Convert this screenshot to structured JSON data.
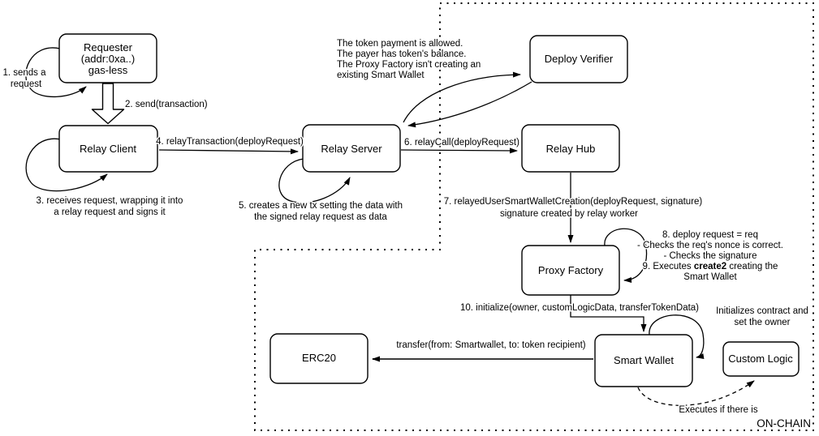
{
  "diagram": {
    "region_label": "ON-CHAIN",
    "nodes": {
      "requester": {
        "line1": "Requester",
        "line2": "(addr:0xa..)",
        "line3": "gas-less"
      },
      "relay_client": "Relay Client",
      "relay_server": "Relay Server",
      "deploy_verifier": "Deploy Verifier",
      "relay_hub": "Relay Hub",
      "proxy_factory": "Proxy Factory",
      "smart_wallet": "Smart Wallet",
      "erc20": "ERC20",
      "custom_logic": "Custom Logic"
    },
    "labels": {
      "step1_line1": "1. sends a",
      "step1_line2": "request",
      "step2": "2. send(transaction)",
      "step3_line1": "3. receives request, wrapping it into",
      "step3_line2": "a relay request and signs it",
      "step4": "4. relayTransaction(deployRequest)",
      "step5_line1": "5. creates a new tx setting the data with",
      "step5_line2": "the signed relay request as data",
      "step6": "6. relayCall(deployRequest)",
      "step7_line1": "7. relayedUserSmartWalletCreation(deployRequest, signature)",
      "step7_line2": "signature created by relay worker",
      "verifier_note_line1": "The token payment is allowed.",
      "verifier_note_line2": "The payer has token's balance.",
      "verifier_note_line3": "The Proxy Factory isn't creating an",
      "verifier_note_line4": "existing Smart Wallet",
      "step8_line1": "8. deploy request = req",
      "step8_line2": "- Checks the req's nonce is correct.",
      "step8_line3": "- Checks the signature",
      "step9_pre": "9. Executes ",
      "step9_bold": "create2",
      "step9_post": " creating the",
      "step9_line2": "Smart Wallet",
      "step10": "10. initialize(owner, customLogicData, transferTokenData)",
      "init_note_line1": "Initializes contract and",
      "init_note_line2": "set the owner",
      "transfer_label": "transfer(from: Smartwallet, to: token recipient)",
      "executes_note": "Executes if there is"
    },
    "colors": {
      "stroke": "#000000",
      "background": "#ffffff",
      "transfer_edge": "#3d3d3d"
    }
  }
}
